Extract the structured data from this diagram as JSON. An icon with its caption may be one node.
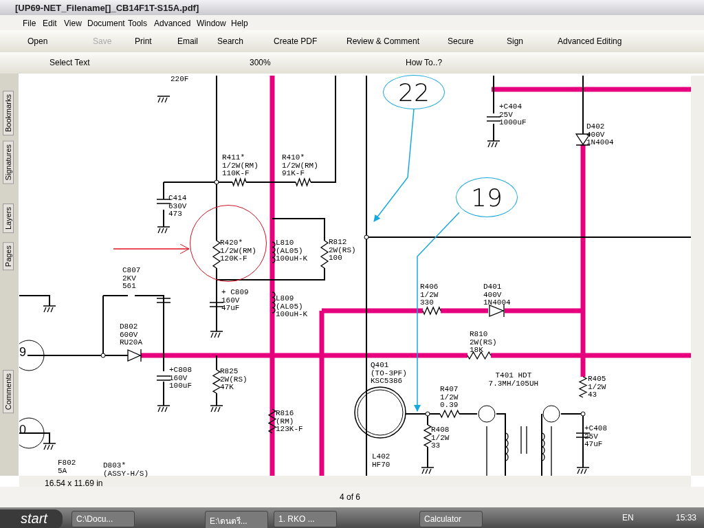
{
  "diagram": {
    "nodes": [
      {
        "text": [
          "22"
        ]
      },
      {
        "text": [
          "19"
        ]
      },
      {
        "text": [],
        "shape": "circle"
      }
    ],
    "edges": [
      {
        "from": 0,
        "to": null,
        "arrow": "to"
      },
      {
        "from": 1,
        "to": null,
        "arrow": "to"
      },
      {
        "from": null,
        "to": 2,
        "arrow": "to",
        "color": "#e0101c"
      }
    ],
    "labels": [
      "[UP69-NET_Filename[]_CB14F1T-S15A.pdf]",
      "File",
      "Edit",
      "View",
      "Document",
      "Tools",
      "Advanced",
      "Window",
      "Help",
      "Open",
      "Save",
      "Print",
      "Email",
      "Search",
      "Create PDF",
      "Review & Comment",
      "Secure",
      "Sign",
      "Advanced Editing",
      "Select Text",
      "300%",
      "How To..?",
      "Bookmarks",
      "Signatures",
      "Layers",
      "Pages",
      "Comments",
      "220F",
      "R411* 1/2W(RM) 110K-F",
      "R410* 1/2W(RM) 91K-F",
      "C414 630V 473",
      "R420* 1/2W(RM) 120K-F",
      "L810 (AL05) 100uH-K",
      "R812 2W(RS) 100",
      "C807 2KV 561",
      "+ C809 160V 47uF",
      "L809 (AL05) 100uH-K",
      "D802 600V RU20A",
      "+C808 160V 100uF",
      "R825 2W(RS) 47K",
      "R816 (RM) 123K-F",
      "F802 5A",
      "D803* (ASSY-H/S)",
      "9",
      "0",
      "+C404 25V 1000uF",
      "D402 400V 1N4004",
      "R406 1/2W 330",
      "D401 400V 1N4004",
      "R810 2W(RS) 18K",
      "Q401 (TO-3PF) KSC5386",
      "R407 1/2W 0.39",
      "T401 HDT 7.3MH/105UH",
      "R405 1/2W 43",
      "R408 1/2W 33",
      "+C408 25V 47uF",
      "L402 HF70",
      "16.54 x 11.69 in",
      "4 of 6",
      "start",
      "C:\\Docu...",
      "E:\\ดนตรี...",
      "1. RKO ...",
      "Calculator",
      "EN",
      "15:33"
    ]
  }
}
